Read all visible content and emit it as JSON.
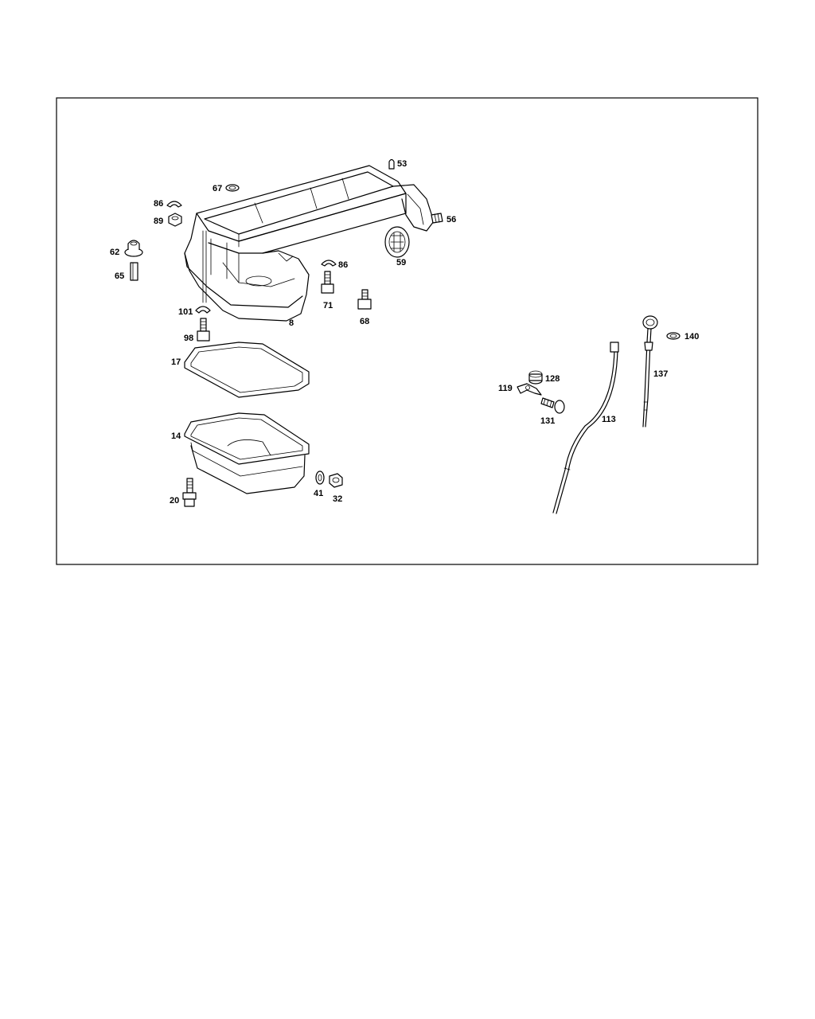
{
  "labels": {
    "p53": "53",
    "p67": "67",
    "p86a": "86",
    "p89": "89",
    "p56": "56",
    "p62": "62",
    "p65": "65",
    "p59": "59",
    "p86b": "86",
    "p71": "71",
    "p68": "68",
    "p101": "101",
    "p8": "8",
    "p98": "98",
    "p17": "17",
    "p14": "14",
    "p20": "20",
    "p41": "41",
    "p32": "32",
    "p128": "128",
    "p119": "119",
    "p131": "131",
    "p113": "113",
    "p137": "137",
    "p140": "140"
  },
  "colors": {
    "ink": "#000000",
    "paper": "#ffffff"
  }
}
